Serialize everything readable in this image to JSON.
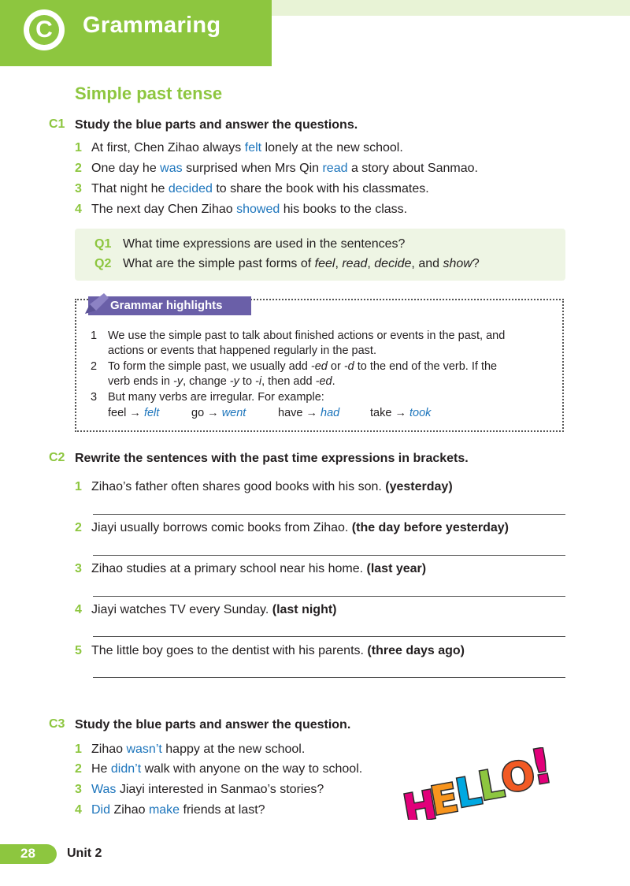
{
  "header": {
    "letter": "C",
    "title": "Grammaring"
  },
  "section_title": "Simple past tense",
  "c1": {
    "tag": "C1",
    "instruction": "Study the blue parts and answer the questions.",
    "sentences": [
      {
        "num": "1",
        "a": "At first, Chen Zihao always ",
        "b1": "felt",
        "c": " lonely at the new school.",
        "b2": "",
        "d": ""
      },
      {
        "num": "2",
        "a": "One day he ",
        "b1": "was",
        "c": " surprised when Mrs Qin ",
        "b2": "read",
        "d": " a story about Sanmao."
      },
      {
        "num": "3",
        "a": "That night he ",
        "b1": "decided",
        "c": " to share the book with his classmates.",
        "b2": "",
        "d": ""
      },
      {
        "num": "4",
        "a": "The next day Chen Zihao ",
        "b1": "showed",
        "c": " his books to the class.",
        "b2": "",
        "d": ""
      }
    ],
    "questions": {
      "q1_tag": "Q1",
      "q1_text": "What time expressions are used in the sentences?",
      "q2_tag": "Q2",
      "q2_pre": "What are the simple past forms of ",
      "q2_w1": "feel",
      "q2_s1": ", ",
      "q2_w2": "read",
      "q2_s2": ", ",
      "q2_w3": "decide",
      "q2_s3": ", and ",
      "q2_w4": "show",
      "q2_end": "?"
    }
  },
  "grammar": {
    "title": "Grammar highlights",
    "p1_num": "1",
    "p1_l1": "We use the simple past to talk about finished actions or events in the past, and",
    "p1_l2": "actions or events that happened regularly in the past.",
    "p2_num": "2",
    "p2_a": "To form the simple past, we usually add ",
    "p2_ed": "-ed",
    "p2_or": " or ",
    "p2_d": "-d",
    "p2_b": " to the end of the verb. If the",
    "p2_c": "verb ends in ",
    "p2_y": "-y",
    "p2_change": ", change ",
    "p2_y2": "-y",
    "p2_to": " to ",
    "p2_i": "-i",
    "p2_then": ", then add ",
    "p2_ed2": "-ed",
    "p2_dot": ".",
    "p3_num": "3",
    "p3_l1": "But many verbs are irregular. For example:",
    "examples": [
      {
        "base": "feel",
        "past": "felt"
      },
      {
        "base": "go",
        "past": "went"
      },
      {
        "base": "have",
        "past": "had"
      },
      {
        "base": "take",
        "past": "took"
      }
    ],
    "arrow": "→"
  },
  "c2": {
    "tag": "C2",
    "instruction": "Rewrite the sentences with the past time expressions in brackets.",
    "items": [
      {
        "num": "1",
        "text": "Zihao’s father often shares good books with his son. ",
        "expr": "(yesterday)"
      },
      {
        "num": "2",
        "text": "Jiayi usually borrows comic books from Zihao. ",
        "expr": "(the day before yesterday)"
      },
      {
        "num": "3",
        "text": "Zihao studies at a primary school near his home. ",
        "expr": "(last year)"
      },
      {
        "num": "4",
        "text": "Jiayi watches TV every Sunday. ",
        "expr": "(last night)"
      },
      {
        "num": "5",
        "text": "The little boy goes to the dentist with his parents. ",
        "expr": "(three days ago)"
      }
    ]
  },
  "c3": {
    "tag": "C3",
    "instruction": "Study the blue parts and answer the question.",
    "sentences": [
      {
        "num": "1",
        "a": "Zihao ",
        "b1": "wasn’t",
        "c": " happy at the new school.",
        "b2": "",
        "d": ""
      },
      {
        "num": "2",
        "a": "He ",
        "b1": "didn’t",
        "c": " walk with anyone on the way to school.",
        "b2": "",
        "d": ""
      },
      {
        "num": "3",
        "a": "",
        "b1": "Was",
        "c": " Jiayi interested in Sanmao’s stories?",
        "b2": "",
        "d": ""
      },
      {
        "num": "4",
        "a": "",
        "b1": "Did",
        "c": " Zihao ",
        "b2": "make",
        "d": " friends at last?"
      }
    ]
  },
  "hello_graphic": {
    "letters": [
      "H",
      "E",
      "L",
      "L",
      "O",
      "!"
    ],
    "colors": [
      "#e2007a",
      "#f7941d",
      "#00a8e1",
      "#8dc63f",
      "#f15a24",
      "#e2007a"
    ]
  },
  "footer": {
    "page": "28",
    "unit": "Unit 2"
  },
  "colors": {
    "green": "#8dc63f",
    "blue": "#1d75bc",
    "purple": "#6a5fa8"
  }
}
